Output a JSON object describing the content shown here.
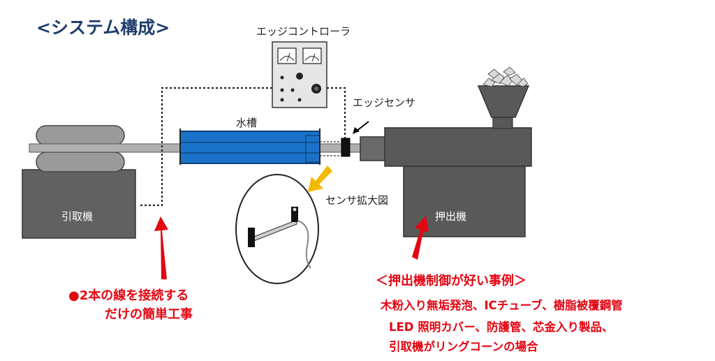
{
  "title": "<システム構成>",
  "labels": {
    "edge_controller": "エッジコントローラ",
    "edge_sensor": "エッジセンサ",
    "water_tank": "水槽",
    "sensor_zoom": "センサ拡大図",
    "puller": "引取機",
    "extruder": "押出機"
  },
  "note_left": {
    "line1": "●2本の線を接続する",
    "line2": "だけの簡単工事"
  },
  "note_right": {
    "heading": "＜押出機制御が好い事例＞",
    "line1": "木粉入り無垢発泡、ICチューブ、樹脂被覆鋼管",
    "line2": "LED 照明カバー、防護管、芯金入り製品、",
    "line3": "引取機がリングコーンの場合"
  },
  "colors": {
    "title": "#1f3d6b",
    "machine_body": "#595959",
    "water_tank": "#1a73c8",
    "arrow_red": "#e30613",
    "arrow_yellow": "#f5b800"
  }
}
